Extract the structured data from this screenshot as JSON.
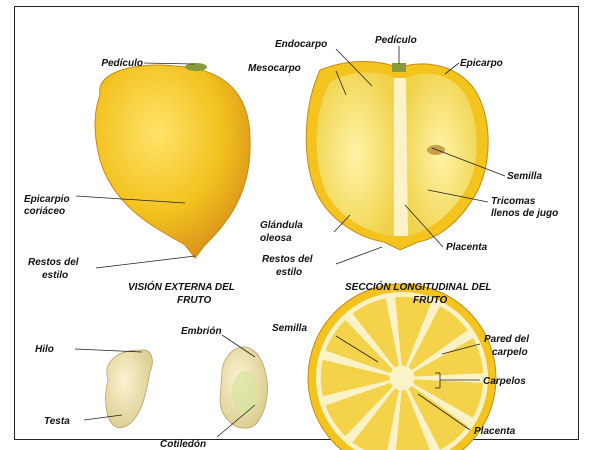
{
  "labels": {
    "pediculo_ext": "Pedículo",
    "epicarpio_coriaceo_1": "Epicarpio",
    "epicarpio_coriaceo_2": "coriáceo",
    "restos_estilo_ext_1": "Restos del",
    "restos_estilo_ext_2": "estilo",
    "endocarpo": "Endocarpo",
    "pediculo_sec": "Pedículo",
    "mesocarpo": "Mesocarpo",
    "epicarpo": "Epicarpo",
    "semilla_sec": "Semilla",
    "tricomas_1": "Tricomas",
    "tricomas_2": "llenos de jugo",
    "glandula_1": "Glándula",
    "glandula_2": "oleosa",
    "restos_estilo_sec_1": "Restos del",
    "restos_estilo_sec_2": "estilo",
    "placenta_sec": "Placenta",
    "hilo": "Hilo",
    "testa": "Testa",
    "embrion": "Embrión",
    "cotiledon": "Cotiledón",
    "semilla_cross": "Semilla",
    "pared_carpelo_1": "Pared del",
    "pared_carpelo_2": "carpelo",
    "carpelos": "Carpelos",
    "placenta_cross": "Placenta"
  },
  "captions": {
    "external_1": "VISIÓN EXTERNA DEL",
    "external_2": "FRUTO",
    "section_1": "SECCIÓN LONGITUDINAL DEL",
    "section_2": "FRUTO"
  },
  "colors": {
    "peel": "#f2c21e",
    "peel_shadow": "#e0a21a",
    "pulp": "#f6e06a",
    "pith": "#fbf2c8",
    "seed": "#e8dcb0"
  }
}
